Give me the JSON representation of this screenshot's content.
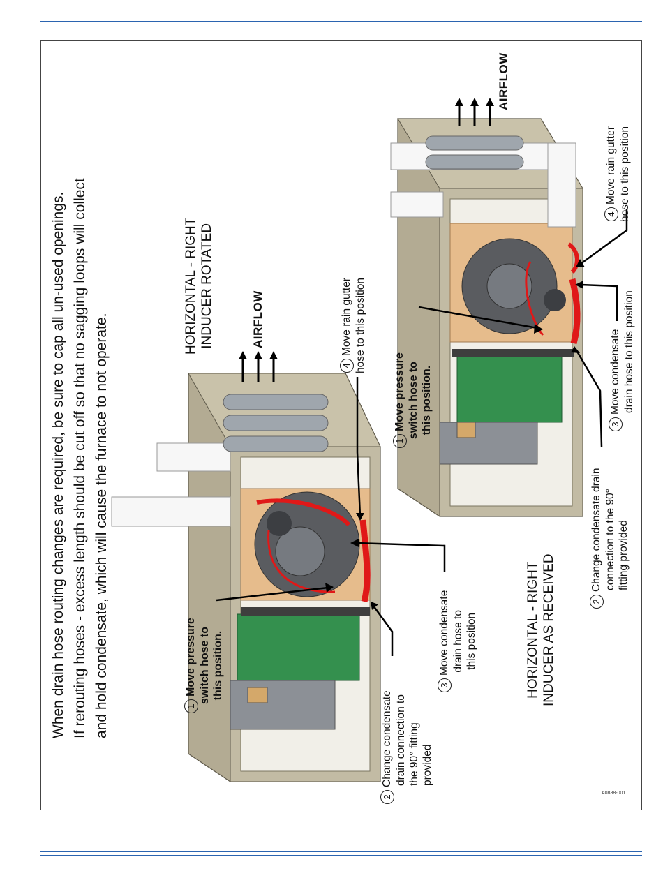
{
  "note_lines": [
    "When drain hose routing changes are required, be sure to cap all un-used openings.",
    "If rerouting hoses - excess length should be cut off so that no sagging loops will collect",
    "and hold condensate, which will cause the furnace to not operate."
  ],
  "heading_rotated": [
    "HORIZONTAL - RIGHT",
    "INDUCER ROTATED"
  ],
  "heading_as_received": [
    "HORIZONTAL - RIGHT",
    "INDUCER AS RECEIVED"
  ],
  "airflow_label": "AIRFLOW",
  "left_callouts": {
    "c1": {
      "num": "1",
      "lines": [
        "Move pressure",
        "switch hose to",
        "this position."
      ]
    },
    "c2": {
      "num": "2",
      "lines": [
        "Change condensate",
        "drain connection to",
        "the 90° fitting",
        "provided"
      ]
    },
    "c3": {
      "num": "3",
      "lines": [
        "Move condensate",
        "drain hose to",
        "this position"
      ]
    },
    "c4": {
      "num": "4",
      "lines": [
        "Move rain gutter",
        "hose to this position"
      ]
    }
  },
  "right_callouts": {
    "c1": {
      "num": "1",
      "lines": [
        "Move pressure",
        "switch hose to",
        "this position."
      ]
    },
    "c2": {
      "num": "2",
      "lines": [
        "Change condensate drain",
        "connection to the 90°",
        "fitting provided"
      ]
    },
    "c3": {
      "num": "3",
      "lines": [
        "Move condensate",
        "drain hose to this position"
      ]
    },
    "c4": {
      "num": "4",
      "lines": [
        "Move rain gutter",
        "hose to this position"
      ]
    }
  },
  "figure_ref": "A0888-001",
  "colors": {
    "rule": "#2b64b0",
    "cabinet": "#a79f88",
    "hose": "#e01818",
    "board": "#2f8a4a",
    "inducer": "#56585c",
    "insulation": "#e2b584"
  }
}
